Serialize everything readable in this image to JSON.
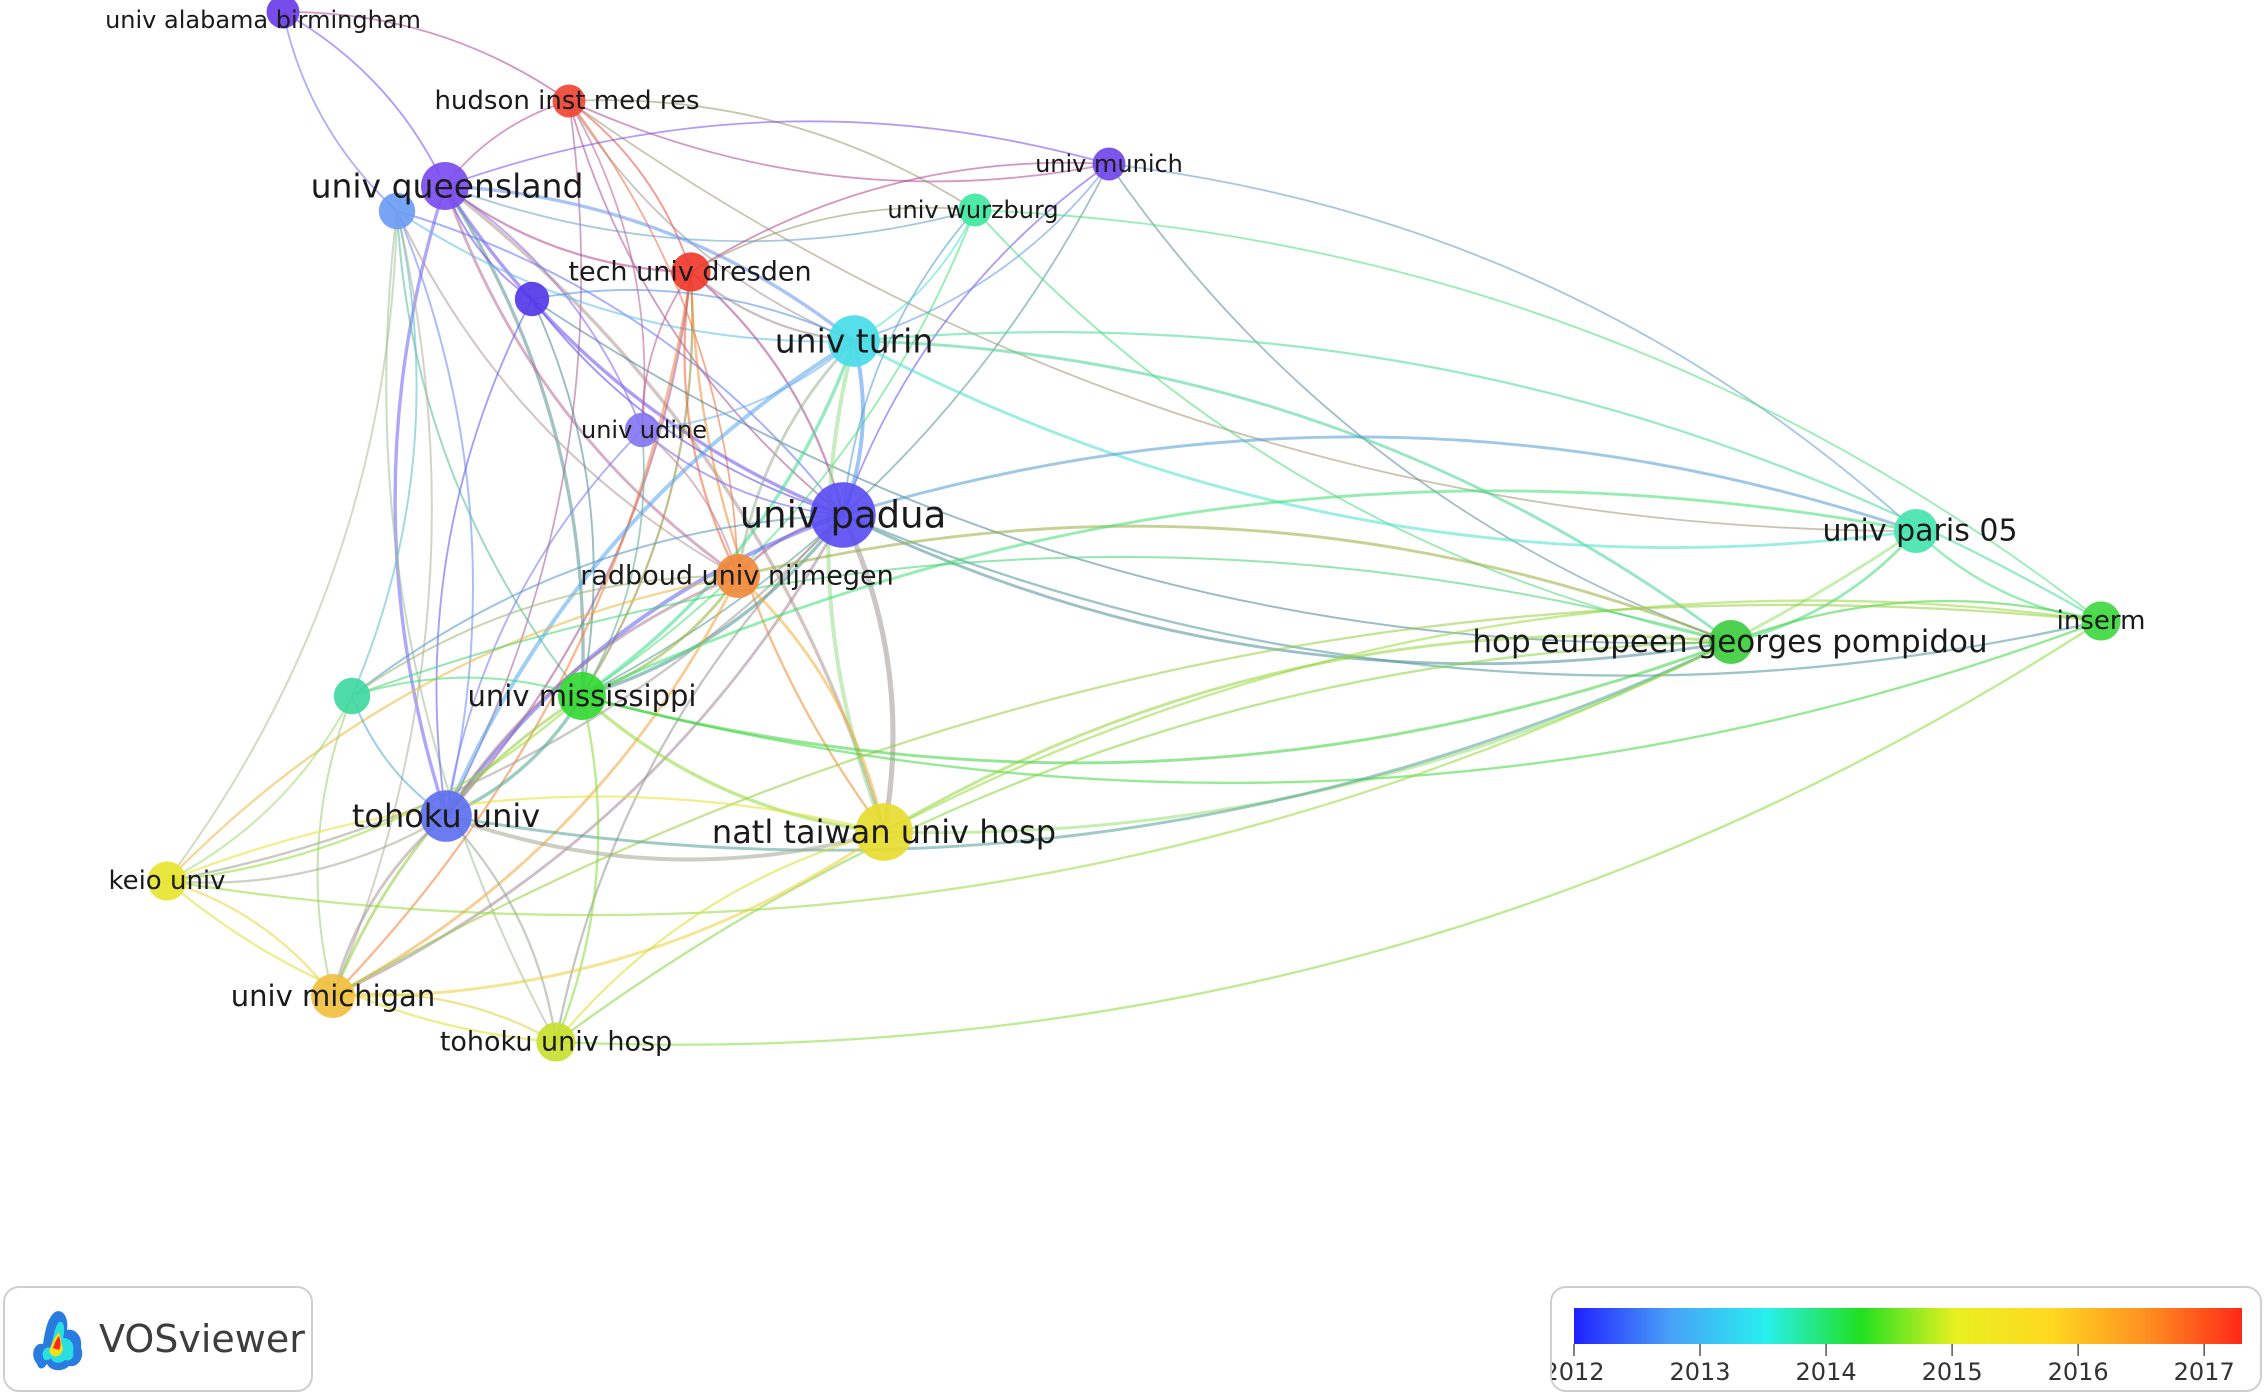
{
  "app": {
    "name": "VOSviewer"
  },
  "legend": {
    "ticks": [
      "2012",
      "2013",
      "2014",
      "2015",
      "2016",
      "2017"
    ],
    "range": [
      2012,
      2017.3
    ],
    "gradient": [
      "#2020ff",
      "#48a0f8",
      "#28f0f0",
      "#20e020",
      "#e8f020",
      "#ffd820",
      "#ff9020",
      "#ff2818"
    ]
  },
  "nodes": [
    {
      "id": "univ_alabama_birmingham",
      "label": "univ alabama birmingham",
      "year": 2012.3,
      "weight": 1,
      "color": "#6a3ee8"
    },
    {
      "id": "hudson_inst_med_res",
      "label": "hudson inst med res",
      "year": 2017.0,
      "weight": 1,
      "color": "#f04535"
    },
    {
      "id": "univ_queensland",
      "label": "univ queensland",
      "year": 2012.4,
      "weight": 4,
      "color": "#7b4cf0"
    },
    {
      "id": "n_lightblue",
      "label": "",
      "year": 2012.9,
      "weight": 1.5,
      "color": "#6c9cf4"
    },
    {
      "id": "univ_munich",
      "label": "univ munich",
      "year": 2012.3,
      "weight": 1,
      "color": "#7046ea"
    },
    {
      "id": "univ_wurzburg",
      "label": "univ wurzburg",
      "year": 2014.3,
      "weight": 1,
      "color": "#40e8a0"
    },
    {
      "id": "tech_univ_dresden",
      "label": "tech univ dresden",
      "year": 2017.0,
      "weight": 2,
      "color": "#f03a2c"
    },
    {
      "id": "n_purple_small",
      "label": "",
      "year": 2012.2,
      "weight": 1.2,
      "color": "#5438e8"
    },
    {
      "id": "univ_turin",
      "label": "univ turin",
      "year": 2013.6,
      "weight": 5,
      "color": "#48dce8"
    },
    {
      "id": "univ_udine",
      "label": "univ udine",
      "year": 2012.6,
      "weight": 1.2,
      "color": "#8476f0"
    },
    {
      "id": "univ_padua",
      "label": "univ padua",
      "year": 2012.4,
      "weight": 10,
      "color": "#5a4ef2"
    },
    {
      "id": "radboud_univ_nijmegen",
      "label": "radboud univ nijmegen",
      "year": 2016.4,
      "weight": 3,
      "color": "#f28a3c"
    },
    {
      "id": "univ_paris_05",
      "label": "univ paris 05",
      "year": 2014.1,
      "weight": 3,
      "color": "#48e4b0"
    },
    {
      "id": "inserm",
      "label": "inserm",
      "year": 2014.6,
      "weight": 2,
      "color": "#40d840"
    },
    {
      "id": "hop_europeen_georges_pompidou",
      "label": "hop europeen georges pompidou",
      "year": 2014.6,
      "weight": 3,
      "color": "#40cc40"
    },
    {
      "id": "n_teal",
      "label": "",
      "year": 2014.2,
      "weight": 1.5,
      "color": "#40d8a0"
    },
    {
      "id": "univ_mississippi",
      "label": "univ mississippi",
      "year": 2014.6,
      "weight": 4,
      "color": "#34d834"
    },
    {
      "id": "tohoku_univ",
      "label": "tohoku univ",
      "year": 2012.8,
      "weight": 5,
      "color": "#6070f0"
    },
    {
      "id": "natl_taiwan_univ_hosp",
      "label": "natl taiwan univ hosp",
      "year": 2015.4,
      "weight": 7,
      "color": "#e8dc30"
    },
    {
      "id": "keio_univ",
      "label": "keio univ",
      "year": 2015.5,
      "weight": 2,
      "color": "#e8e430"
    },
    {
      "id": "univ_michigan",
      "label": "univ michigan",
      "year": 2016.0,
      "weight": 3,
      "color": "#f0c040"
    },
    {
      "id": "tohoku_univ_hosp",
      "label": "tohoku univ hosp",
      "year": 2015.0,
      "weight": 2,
      "color": "#c8e030"
    }
  ],
  "links": [
    [
      "univ_alabama_birmingham",
      "univ_queensland"
    ],
    [
      "univ_alabama_birmingham",
      "n_lightblue"
    ],
    [
      "univ_alabama_birmingham",
      "hudson_inst_med_res"
    ],
    [
      "hudson_inst_med_res",
      "univ_queensland"
    ],
    [
      "hudson_inst_med_res",
      "tech_univ_dresden"
    ],
    [
      "hudson_inst_med_res",
      "univ_turin"
    ],
    [
      "hudson_inst_med_res",
      "radboud_univ_nijmegen"
    ],
    [
      "hudson_inst_med_res",
      "univ_padua"
    ],
    [
      "hudson_inst_med_res",
      "univ_udine"
    ],
    [
      "hudson_inst_med_res",
      "univ_munich"
    ],
    [
      "hudson_inst_med_res",
      "tohoku_univ"
    ],
    [
      "hudson_inst_med_res",
      "univ_paris_05"
    ],
    [
      "hudson_inst_med_res",
      "univ_wurzburg"
    ],
    [
      "univ_queensland",
      "univ_padua"
    ],
    [
      "univ_queensland",
      "univ_turin"
    ],
    [
      "univ_queensland",
      "tech_univ_dresden"
    ],
    [
      "univ_queensland",
      "univ_udine"
    ],
    [
      "univ_queensland",
      "tohoku_univ"
    ],
    [
      "univ_queensland",
      "univ_mississippi"
    ],
    [
      "univ_queensland",
      "radboud_univ_nijmegen"
    ],
    [
      "univ_queensland",
      "univ_munich"
    ],
    [
      "univ_queensland",
      "univ_wurzburg"
    ],
    [
      "univ_queensland",
      "natl_taiwan_univ_hosp"
    ],
    [
      "univ_queensland",
      "n_purple_small"
    ],
    [
      "n_lightblue",
      "univ_padua"
    ],
    [
      "n_lightblue",
      "univ_turin"
    ],
    [
      "n_lightblue",
      "tohoku_univ"
    ],
    [
      "n_lightblue",
      "univ_mississippi"
    ],
    [
      "n_lightblue",
      "n_teal"
    ],
    [
      "n_lightblue",
      "radboud_univ_nijmegen"
    ],
    [
      "n_lightblue",
      "keio_univ"
    ],
    [
      "n_lightblue",
      "tohoku_univ_hosp"
    ],
    [
      "n_lightblue",
      "univ_michigan"
    ],
    [
      "univ_munich",
      "univ_padua"
    ],
    [
      "univ_munich",
      "univ_turin"
    ],
    [
      "univ_munich",
      "hop_europeen_georges_pompidou"
    ],
    [
      "univ_munich",
      "univ_paris_05"
    ],
    [
      "univ_munich",
      "tech_univ_dresden"
    ],
    [
      "univ_munich",
      "univ_mississippi"
    ],
    [
      "univ_wurzburg",
      "univ_padua"
    ],
    [
      "univ_wurzburg",
      "univ_turin"
    ],
    [
      "univ_wurzburg",
      "hop_europeen_georges_pompidou"
    ],
    [
      "univ_wurzburg",
      "univ_mississippi"
    ],
    [
      "univ_wurzburg",
      "tech_univ_dresden"
    ],
    [
      "univ_wurzburg",
      "inserm"
    ],
    [
      "tech_univ_dresden",
      "radboud_univ_nijmegen"
    ],
    [
      "tech_univ_dresden",
      "univ_padua"
    ],
    [
      "tech_univ_dresden",
      "univ_turin"
    ],
    [
      "tech_univ_dresden",
      "univ_mississippi"
    ],
    [
      "tech_univ_dresden",
      "univ_udine"
    ],
    [
      "tech_univ_dresden",
      "tohoku_univ"
    ],
    [
      "tech_univ_dresden",
      "natl_taiwan_univ_hosp"
    ],
    [
      "tech_univ_dresden",
      "univ_michigan"
    ],
    [
      "n_purple_small",
      "univ_padua"
    ],
    [
      "n_purple_small",
      "univ_turin"
    ],
    [
      "n_purple_small",
      "tohoku_univ"
    ],
    [
      "n_purple_small",
      "univ_mississippi"
    ],
    [
      "n_purple_small",
      "hop_europeen_georges_pompidou"
    ],
    [
      "univ_turin",
      "univ_padua"
    ],
    [
      "univ_turin",
      "radboud_univ_nijmegen"
    ],
    [
      "univ_turin",
      "univ_mississippi"
    ],
    [
      "univ_turin",
      "tohoku_univ"
    ],
    [
      "univ_turin",
      "hop_europeen_georges_pompidou"
    ],
    [
      "univ_turin",
      "univ_paris_05"
    ],
    [
      "univ_turin",
      "inserm"
    ],
    [
      "univ_turin",
      "natl_taiwan_univ_hosp"
    ],
    [
      "univ_turin",
      "univ_udine"
    ],
    [
      "univ_udine",
      "univ_padua"
    ],
    [
      "univ_udine",
      "univ_mississippi"
    ],
    [
      "univ_udine",
      "tohoku_univ"
    ],
    [
      "univ_udine",
      "radboud_univ_nijmegen"
    ],
    [
      "univ_padua",
      "radboud_univ_nijmegen"
    ],
    [
      "univ_padua",
      "univ_mississippi"
    ],
    [
      "univ_padua",
      "tohoku_univ"
    ],
    [
      "univ_padua",
      "natl_taiwan_univ_hosp"
    ],
    [
      "univ_padua",
      "hop_europeen_georges_pompidou"
    ],
    [
      "univ_padua",
      "univ_paris_05"
    ],
    [
      "univ_padua",
      "inserm"
    ],
    [
      "univ_padua",
      "univ_michigan"
    ],
    [
      "univ_padua",
      "tohoku_univ_hosp"
    ],
    [
      "univ_padua",
      "keio_univ"
    ],
    [
      "univ_padua",
      "n_teal"
    ],
    [
      "radboud_univ_nijmegen",
      "univ_mississippi"
    ],
    [
      "radboud_univ_nijmegen",
      "tohoku_univ"
    ],
    [
      "radboud_univ_nijmegen",
      "univ_michigan"
    ],
    [
      "radboud_univ_nijmegen",
      "keio_univ"
    ],
    [
      "radboud_univ_nijmegen",
      "hop_europeen_georges_pompidou"
    ],
    [
      "radboud_univ_nijmegen",
      "n_teal"
    ],
    [
      "radboud_univ_nijmegen",
      "natl_taiwan_univ_hosp"
    ],
    [
      "univ_paris_05",
      "inserm"
    ],
    [
      "univ_paris_05",
      "hop_europeen_georges_pompidou"
    ],
    [
      "univ_paris_05",
      "univ_mississippi"
    ],
    [
      "univ_paris_05",
      "natl_taiwan_univ_hosp"
    ],
    [
      "inserm",
      "hop_europeen_georges_pompidou"
    ],
    [
      "inserm",
      "univ_mississippi"
    ],
    [
      "inserm",
      "natl_taiwan_univ_hosp"
    ],
    [
      "inserm",
      "tohoku_univ_hosp"
    ],
    [
      "inserm",
      "univ_michigan"
    ],
    [
      "hop_europeen_georges_pompidou",
      "univ_mississippi"
    ],
    [
      "hop_europeen_georges_pompidou",
      "natl_taiwan_univ_hosp"
    ],
    [
      "hop_europeen_georges_pompidou",
      "tohoku_univ"
    ],
    [
      "hop_europeen_georges_pompidou",
      "tohoku_univ_hosp"
    ],
    [
      "hop_europeen_georges_pompidou",
      "keio_univ"
    ],
    [
      "hop_europeen_georges_pompidou",
      "n_teal"
    ],
    [
      "n_teal",
      "univ_mississippi"
    ],
    [
      "n_teal",
      "tohoku_univ"
    ],
    [
      "n_teal",
      "keio_univ"
    ],
    [
      "n_teal",
      "univ_michigan"
    ],
    [
      "univ_mississippi",
      "tohoku_univ"
    ],
    [
      "univ_mississippi",
      "natl_taiwan_univ_hosp"
    ],
    [
      "univ_mississippi",
      "keio_univ"
    ],
    [
      "univ_mississippi",
      "univ_michigan"
    ],
    [
      "univ_mississippi",
      "tohoku_univ_hosp"
    ],
    [
      "tohoku_univ",
      "natl_taiwan_univ_hosp"
    ],
    [
      "tohoku_univ",
      "keio_univ"
    ],
    [
      "tohoku_univ",
      "univ_michigan"
    ],
    [
      "tohoku_univ",
      "tohoku_univ_hosp"
    ],
    [
      "natl_taiwan_univ_hosp",
      "keio_univ"
    ],
    [
      "natl_taiwan_univ_hosp",
      "univ_michigan"
    ],
    [
      "natl_taiwan_univ_hosp",
      "tohoku_univ_hosp"
    ],
    [
      "keio_univ",
      "univ_michigan"
    ],
    [
      "keio_univ",
      "tohoku_univ_hosp"
    ],
    [
      "univ_michigan",
      "tohoku_univ_hosp"
    ]
  ]
}
